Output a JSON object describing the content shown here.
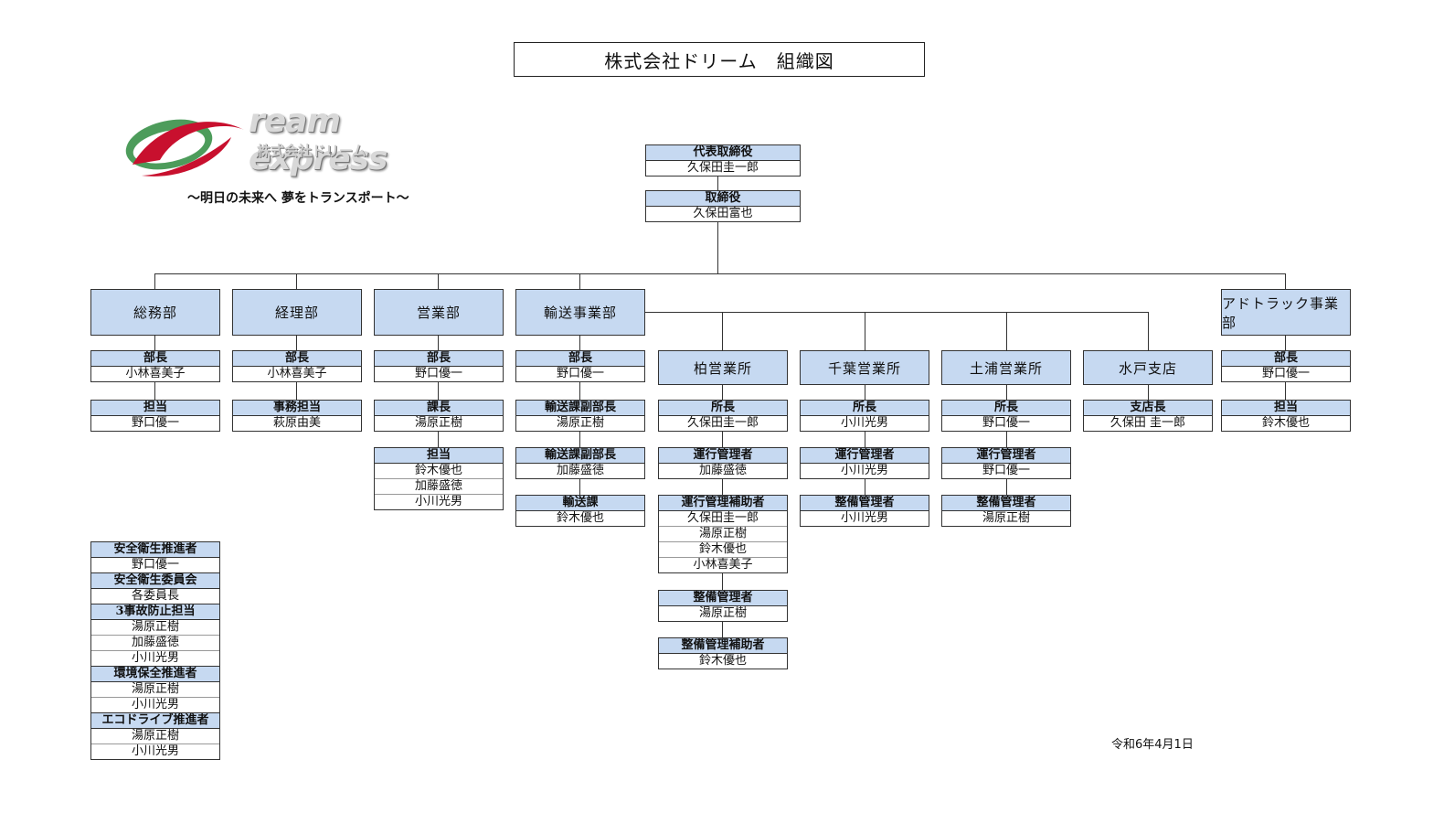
{
  "title": "株式会社ドリーム　組織図",
  "logo": {
    "main": "ream express",
    "sub": "株式会社ドリーム"
  },
  "tagline": "～明日の未来へ 夢をトランスポート～",
  "date": "令和6年4月1日",
  "colors": {
    "header_fill": "#c6d9f1",
    "line": "#333333",
    "logo_red": "#c8102e",
    "logo_green": "#2e8b3e"
  },
  "executives": [
    {
      "role": "代表取締役",
      "name": "久保田圭一郎"
    },
    {
      "role": "取締役",
      "name": "久保田富也"
    }
  ],
  "departments": [
    {
      "name": "総務部",
      "groups": [
        {
          "role": "部長",
          "names": [
            "小林喜美子"
          ]
        },
        {
          "role": "担当",
          "names": [
            "野口優一"
          ]
        }
      ]
    },
    {
      "name": "経理部",
      "groups": [
        {
          "role": "部長",
          "names": [
            "小林喜美子"
          ]
        },
        {
          "role": "事務担当",
          "names": [
            "萩原由美"
          ]
        }
      ]
    },
    {
      "name": "営業部",
      "groups": [
        {
          "role": "部長",
          "names": [
            "野口優一"
          ]
        },
        {
          "role": "課長",
          "names": [
            "湯原正樹"
          ]
        },
        {
          "role": "担当",
          "names": [
            "鈴木優也",
            "加藤盛徳",
            "小川光男"
          ]
        }
      ]
    },
    {
      "name": "輸送事業部",
      "groups": [
        {
          "role": "部長",
          "names": [
            "野口優一"
          ]
        },
        {
          "role": "輸送課副部長",
          "names": [
            "湯原正樹"
          ]
        },
        {
          "role": "輸送課副部長",
          "names": [
            "加藤盛徳"
          ]
        },
        {
          "role": "輸送課",
          "names": [
            "鈴木優也"
          ]
        }
      ]
    },
    {
      "name": "アドトラック事業部",
      "groups": [
        {
          "role": "部長",
          "names": [
            "野口優一"
          ]
        },
        {
          "role": "担当",
          "names": [
            "鈴木優也"
          ]
        }
      ]
    }
  ],
  "branches": [
    {
      "name": "柏営業所",
      "groups": [
        {
          "role": "所長",
          "names": [
            "久保田圭一郎"
          ]
        },
        {
          "role": "運行管理者",
          "names": [
            "加藤盛徳"
          ]
        },
        {
          "role": "運行管理補助者",
          "names": [
            "久保田圭一郎",
            "湯原正樹",
            "鈴木優也",
            "小林喜美子"
          ]
        },
        {
          "role": "整備管理者",
          "names": [
            "湯原正樹"
          ]
        },
        {
          "role": "整備管理補助者",
          "names": [
            "鈴木優也"
          ]
        }
      ]
    },
    {
      "name": "千葉営業所",
      "groups": [
        {
          "role": "所長",
          "names": [
            "小川光男"
          ]
        },
        {
          "role": "運行管理者",
          "names": [
            "小川光男"
          ]
        },
        {
          "role": "整備管理者",
          "names": [
            "小川光男"
          ]
        }
      ]
    },
    {
      "name": "土浦営業所",
      "groups": [
        {
          "role": "所長",
          "names": [
            "野口優一"
          ]
        },
        {
          "role": "運行管理者",
          "names": [
            "野口優一"
          ]
        },
        {
          "role": "整備管理者",
          "names": [
            "湯原正樹"
          ]
        }
      ]
    },
    {
      "name": "水戸支店",
      "groups": [
        {
          "role": "支店長",
          "names": [
            "久保田 圭一郎"
          ]
        }
      ]
    }
  ],
  "committees": [
    {
      "role": "安全衛生推進者",
      "names": [
        "野口優一"
      ]
    },
    {
      "role": "安全衛生委員会",
      "names": [
        "各委員長"
      ]
    },
    {
      "role": "3事故防止担当",
      "names": [
        "湯原正樹",
        "加藤盛徳",
        "小川光男"
      ]
    },
    {
      "role": "環境保全推進者",
      "names": [
        "湯原正樹",
        "小川光男"
      ]
    },
    {
      "role": "エコドライブ推進者",
      "names": [
        "湯原正樹",
        "小川光男"
      ]
    }
  ]
}
